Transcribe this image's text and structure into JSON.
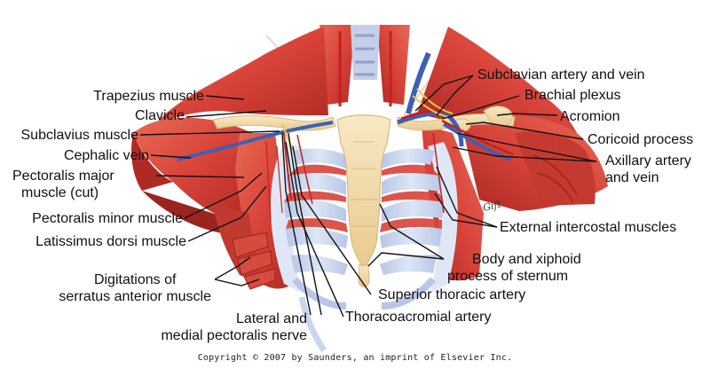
{
  "labels_left": {
    "trapezius": "Trapezius muscle",
    "clavicle": "Clavicle",
    "subclavius": "Subclavius muscle",
    "cephalic": "Cephalic vein",
    "pect_major_1": "Pectoralis major",
    "pect_major_2": "muscle (cut)",
    "pect_minor": "Pectoralis minor muscle",
    "latissimus": "Latissimus dorsi muscle",
    "serratus_1": "Digitations of",
    "serratus_2": "serratus anterior muscle",
    "pect_nerve_1": "Lateral and",
    "pect_nerve_2": "medial pectoralis nerve"
  },
  "labels_right": {
    "subclavian": "Subclavian artery and vein",
    "brachial": "Brachial plexus",
    "acromion": "Acromion",
    "coricoid": "Coricoid process",
    "axillary_1": "Axillary artery",
    "axillary_2": "and vein",
    "intercostal": "External intercostal muscles",
    "sternum_1": "Body and xiphoid",
    "sternum_2": "process of sternum",
    "sup_thoracic": "Superior thoracic artery",
    "thoracoacromial": "Thoracoacromial artery"
  },
  "signature": "Gift",
  "copyright": "Copyright © 2007 by Saunders, an imprint of Elsevier Inc.",
  "colors": {
    "muscle": "#d8433a",
    "muscle_dark": "#b02a24",
    "muscle_light": "#e86a55",
    "bone": "#f3dcae",
    "bone_edge": "#d9b97f",
    "cartilage": "#c9d6ee",
    "vein": "#3e5fb3",
    "artery": "#c7201c",
    "nerve": "#f0c640",
    "leader": "#111111"
  }
}
